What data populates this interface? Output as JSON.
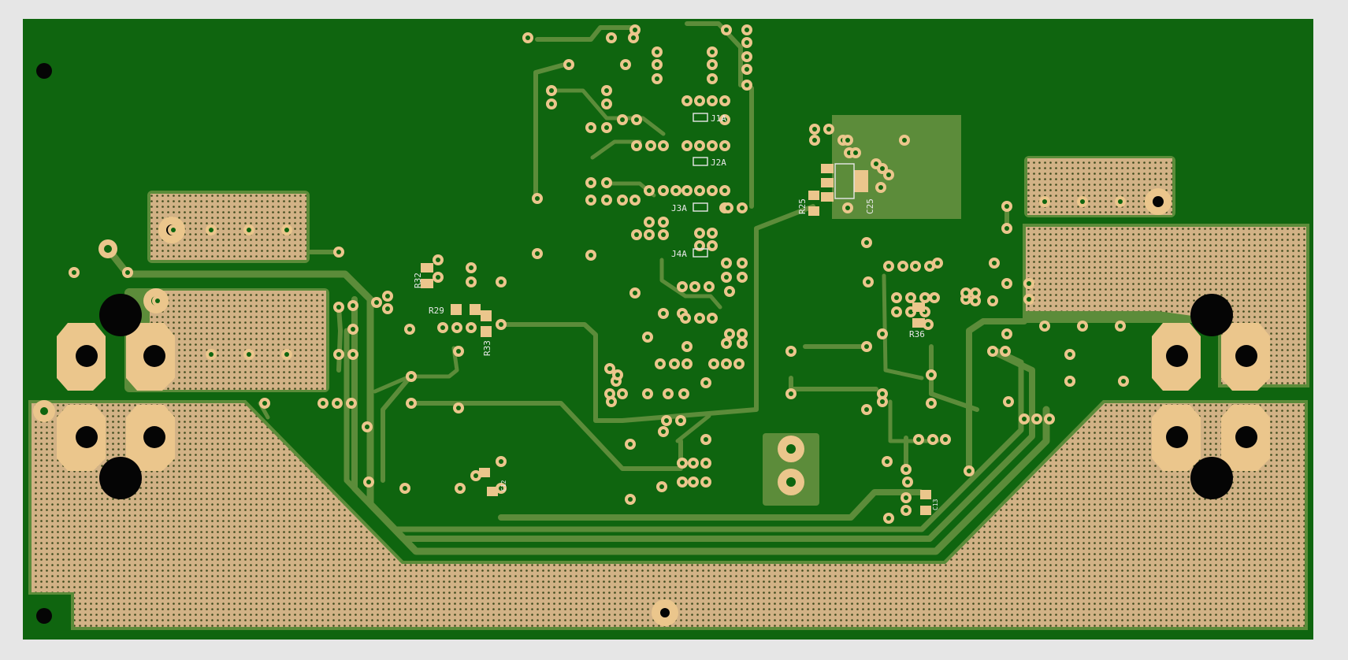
{
  "view": {
    "colors": {
      "background": "#e6e6e6",
      "board": "#0f650f",
      "trace": "#5c8c3a",
      "copper_pad": "#ebc68c",
      "hatch": "#d4b48a",
      "hole": "#050505",
      "silkscreen": "#e8e8e8"
    }
  },
  "silkscreen": {
    "j1a": "J1A",
    "j2a": "J2A",
    "j3a": "J3A",
    "j4a": "J4A",
    "r25": "R25",
    "c25": "C25",
    "r32": "R32",
    "r29": "R29",
    "r33": "R33",
    "r36": "R36",
    "c12": "C12",
    "c13": "C13"
  }
}
